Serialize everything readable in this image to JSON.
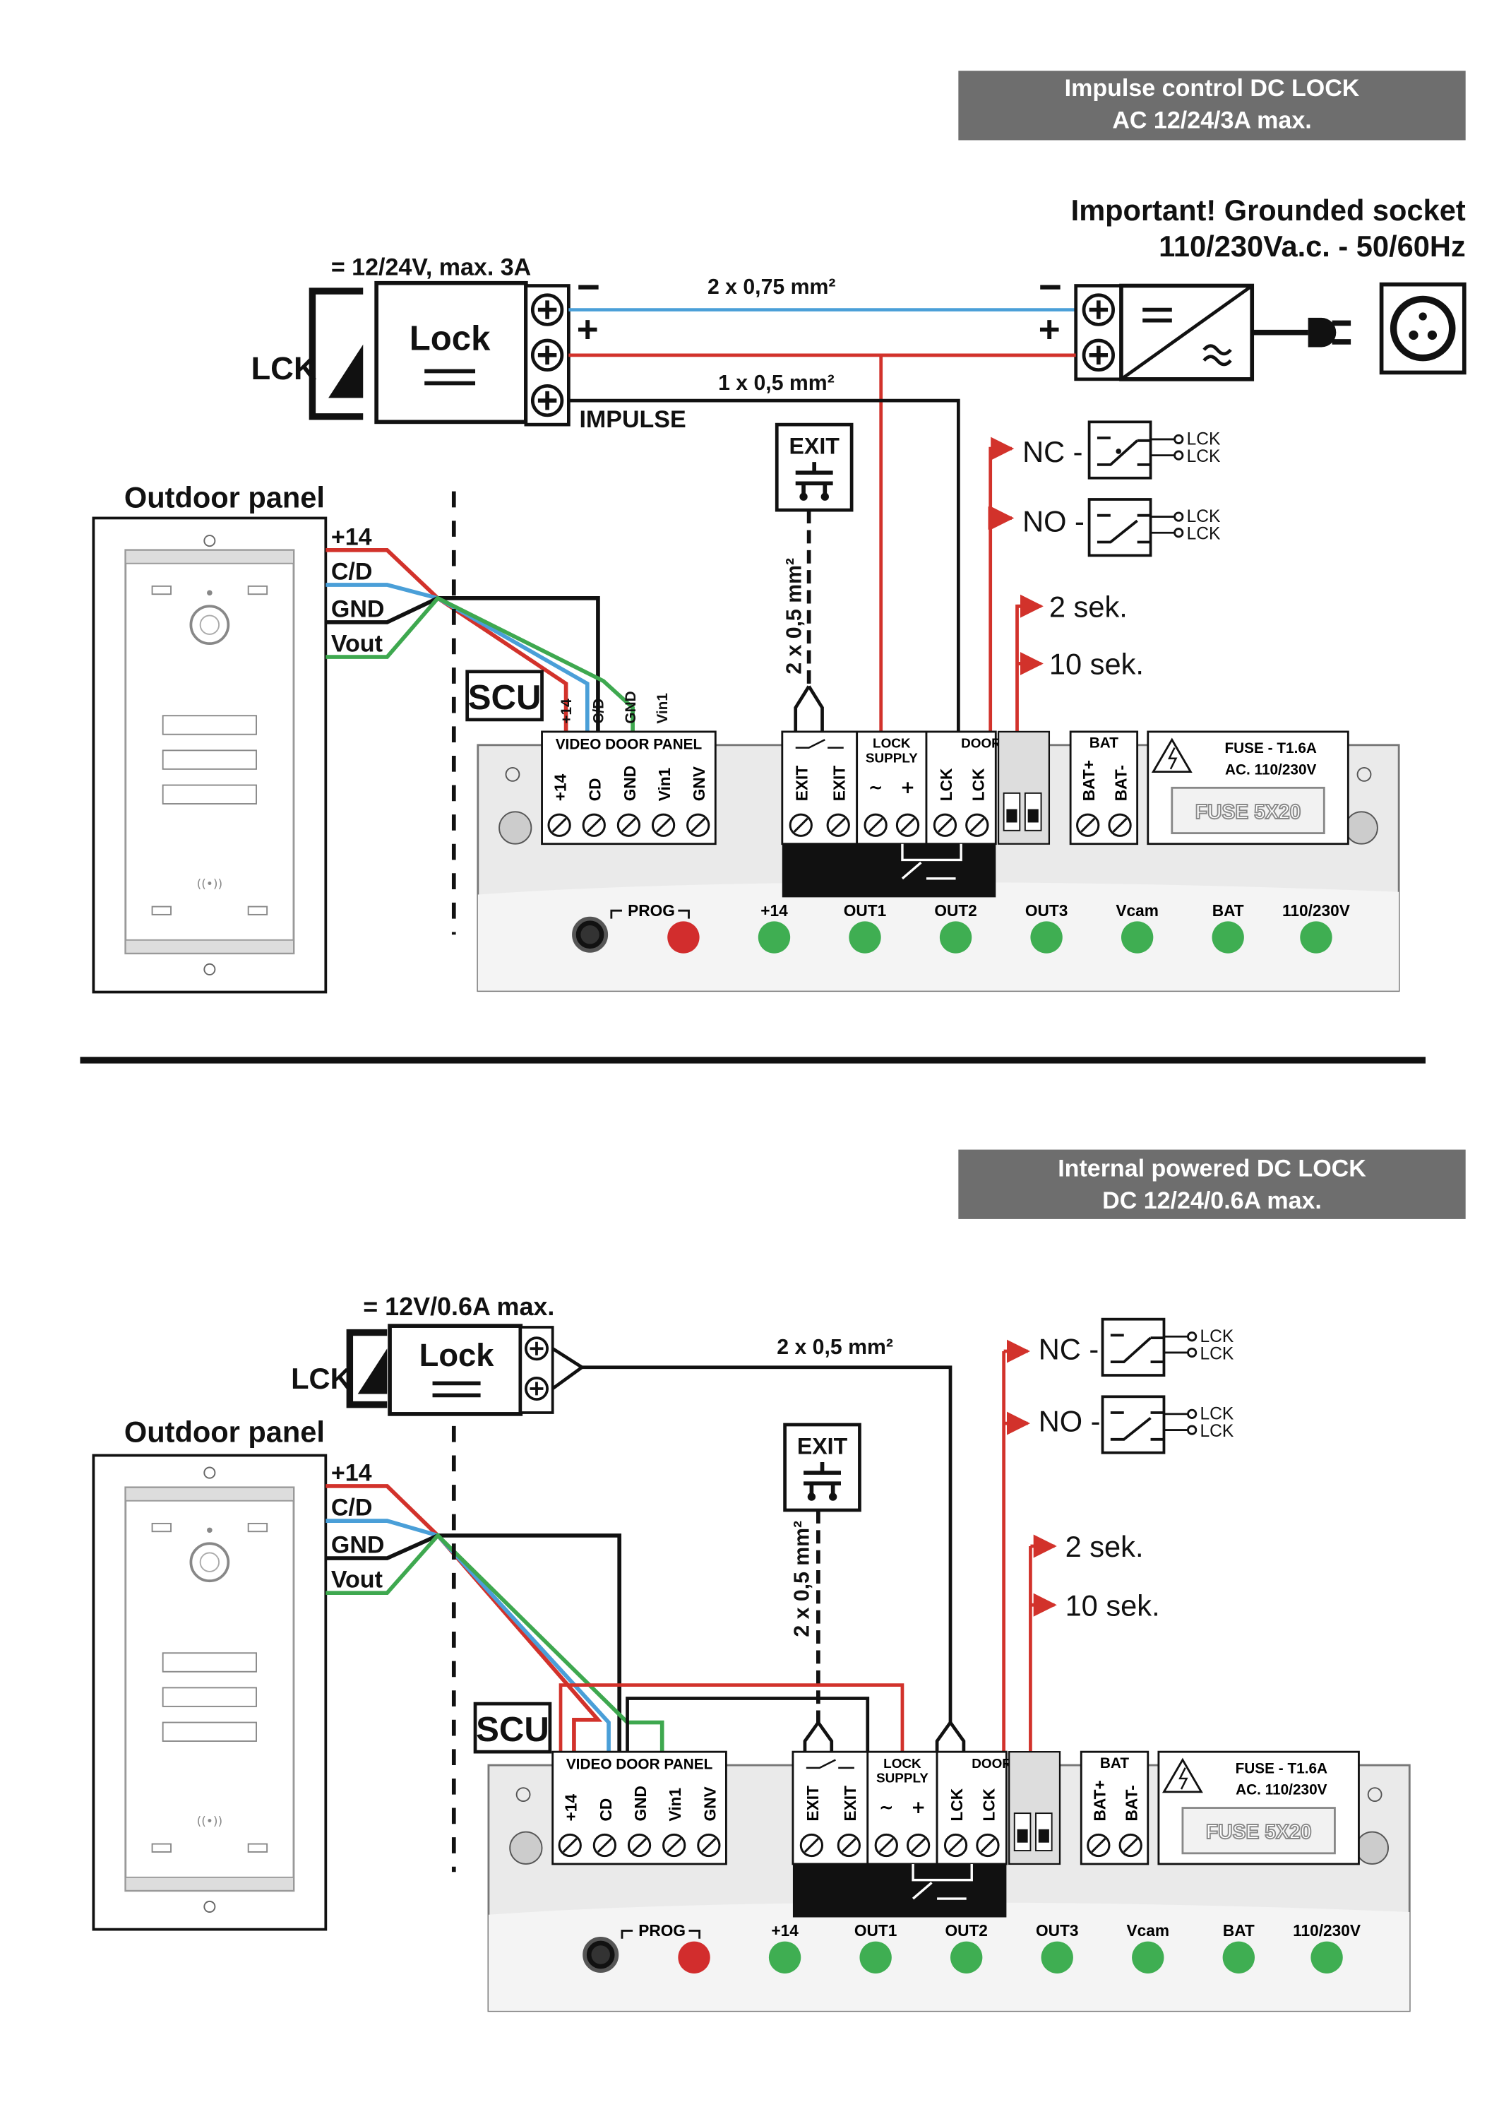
{
  "top": {
    "header": {
      "line1": "Impulse control DC LOCK",
      "line2": "AC 12/24/3A max."
    },
    "important": {
      "line1": "Important!  Grounded socket",
      "line2": "110/230Va.c. - 50/60Hz"
    },
    "lock_supply_label": "= 12/24V, max. 3A",
    "lock_label": "Lock",
    "lck": "LCK",
    "impulse": "IMPULSE",
    "cable_top": "2 x 0,75 mm²",
    "cable_mid": "1 x 0,5 mm²",
    "minus": "−",
    "plus": "+",
    "exit": "EXIT",
    "cable_exit": "2 x 0,5 mm²",
    "nc": "NC -",
    "no": "NO -",
    "sek2": "2 sek.",
    "sek10": "10 sek.",
    "outdoor_panel": "Outdoor panel",
    "panel_wires": [
      "+14",
      "C/D",
      "GND",
      "Vout"
    ],
    "scu": "SCU",
    "scu_wire_labels": [
      "+14",
      "C/D",
      "GND",
      "Vin1"
    ]
  },
  "bottom": {
    "header": {
      "line1": "Internal powered DC LOCK",
      "line2": "DC 12/24/0.6A max."
    },
    "lock_supply_label": "= 12V/0.6A max.",
    "lock_label": "Lock",
    "lck": "LCK",
    "cable_top": "2 x 0,5 mm²",
    "exit": "EXIT",
    "cable_exit": "2 x 0,5 mm²",
    "nc": "NC -",
    "no": "NO -",
    "sek2": "2 sek.",
    "sek10": "10 sek.",
    "outdoor_panel": "Outdoor panel",
    "panel_wires": [
      "+14",
      "C/D",
      "GND",
      "Vout"
    ],
    "scu": "SCU"
  },
  "switch_labels": [
    "LCK",
    "LCK"
  ],
  "scu_unit": {
    "video_door_panel": "VIDEO DOOR PANEL",
    "terminals_video": [
      "+14",
      "CD",
      "GND",
      "Vin1",
      "GNV"
    ],
    "terminals_exit": [
      "EXIT",
      "EXIT"
    ],
    "lock_supply": "LOCK SUPPLY",
    "door_lock": "DOOR LOCK",
    "terminals_lock": [
      "LCK",
      "LCK"
    ],
    "bat": "BAT",
    "terminals_bat": [
      "BAT+",
      "BAT-"
    ],
    "fuse": "FUSE - T1.6A",
    "fuse_ac": "AC. 110/230V",
    "fuse_box": "FUSE 5X20",
    "prog": "PROG",
    "leds": [
      "+14",
      "OUT1",
      "OUT2",
      "OUT3",
      "Vcam",
      "BAT",
      "110/230V"
    ]
  },
  "colors": {
    "red": "#d2322b",
    "blue": "#4a9fd8",
    "green": "#3ea84f",
    "black": "#111111",
    "grey_header": "#6e6e6e",
    "led_green": "#3fae52",
    "led_red": "#d22d2d"
  }
}
